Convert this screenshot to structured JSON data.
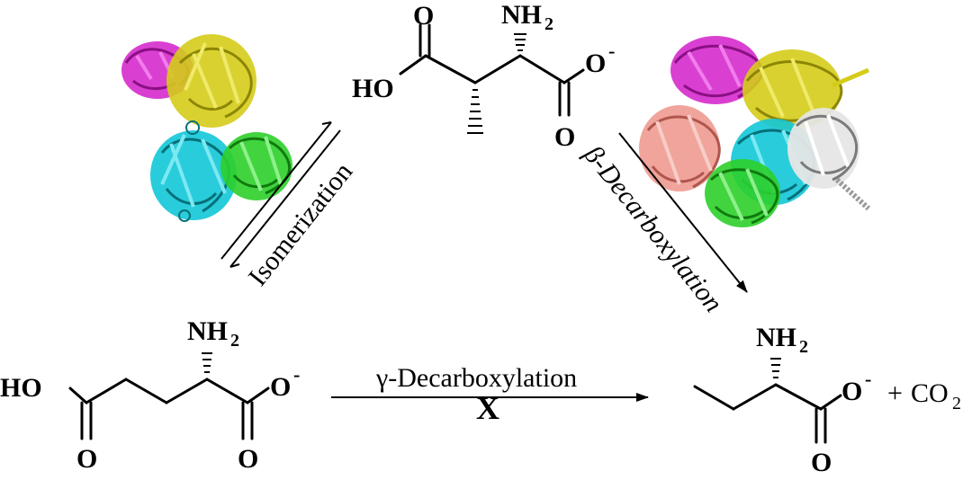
{
  "labels": {
    "isomerization": "Isomerization",
    "beta_decarboxylation": "β-Decarboxylation",
    "gamma_decarboxylation": "γ-Decarboxylation",
    "blocked_mark": "X"
  },
  "atoms": {
    "nh": "NH",
    "two": "2",
    "oxygen": "O",
    "minus": "-",
    "ho": "HO",
    "co": "CO",
    "plus": "+"
  },
  "colors": {
    "blocked_mark": "#ff1a1a",
    "protein_magenta": "#d21fc9",
    "protein_yellow": "#d4cc1a",
    "protein_cyan": "#12c6d6",
    "protein_green": "#2ccf2a",
    "protein_salmon": "#ee9a90",
    "protein_white": "#d8d8d8"
  },
  "icons": {
    "left_protein": "protein-ribbon-structure-icon",
    "right_protein": "protein-ribbon-structure-icon"
  }
}
